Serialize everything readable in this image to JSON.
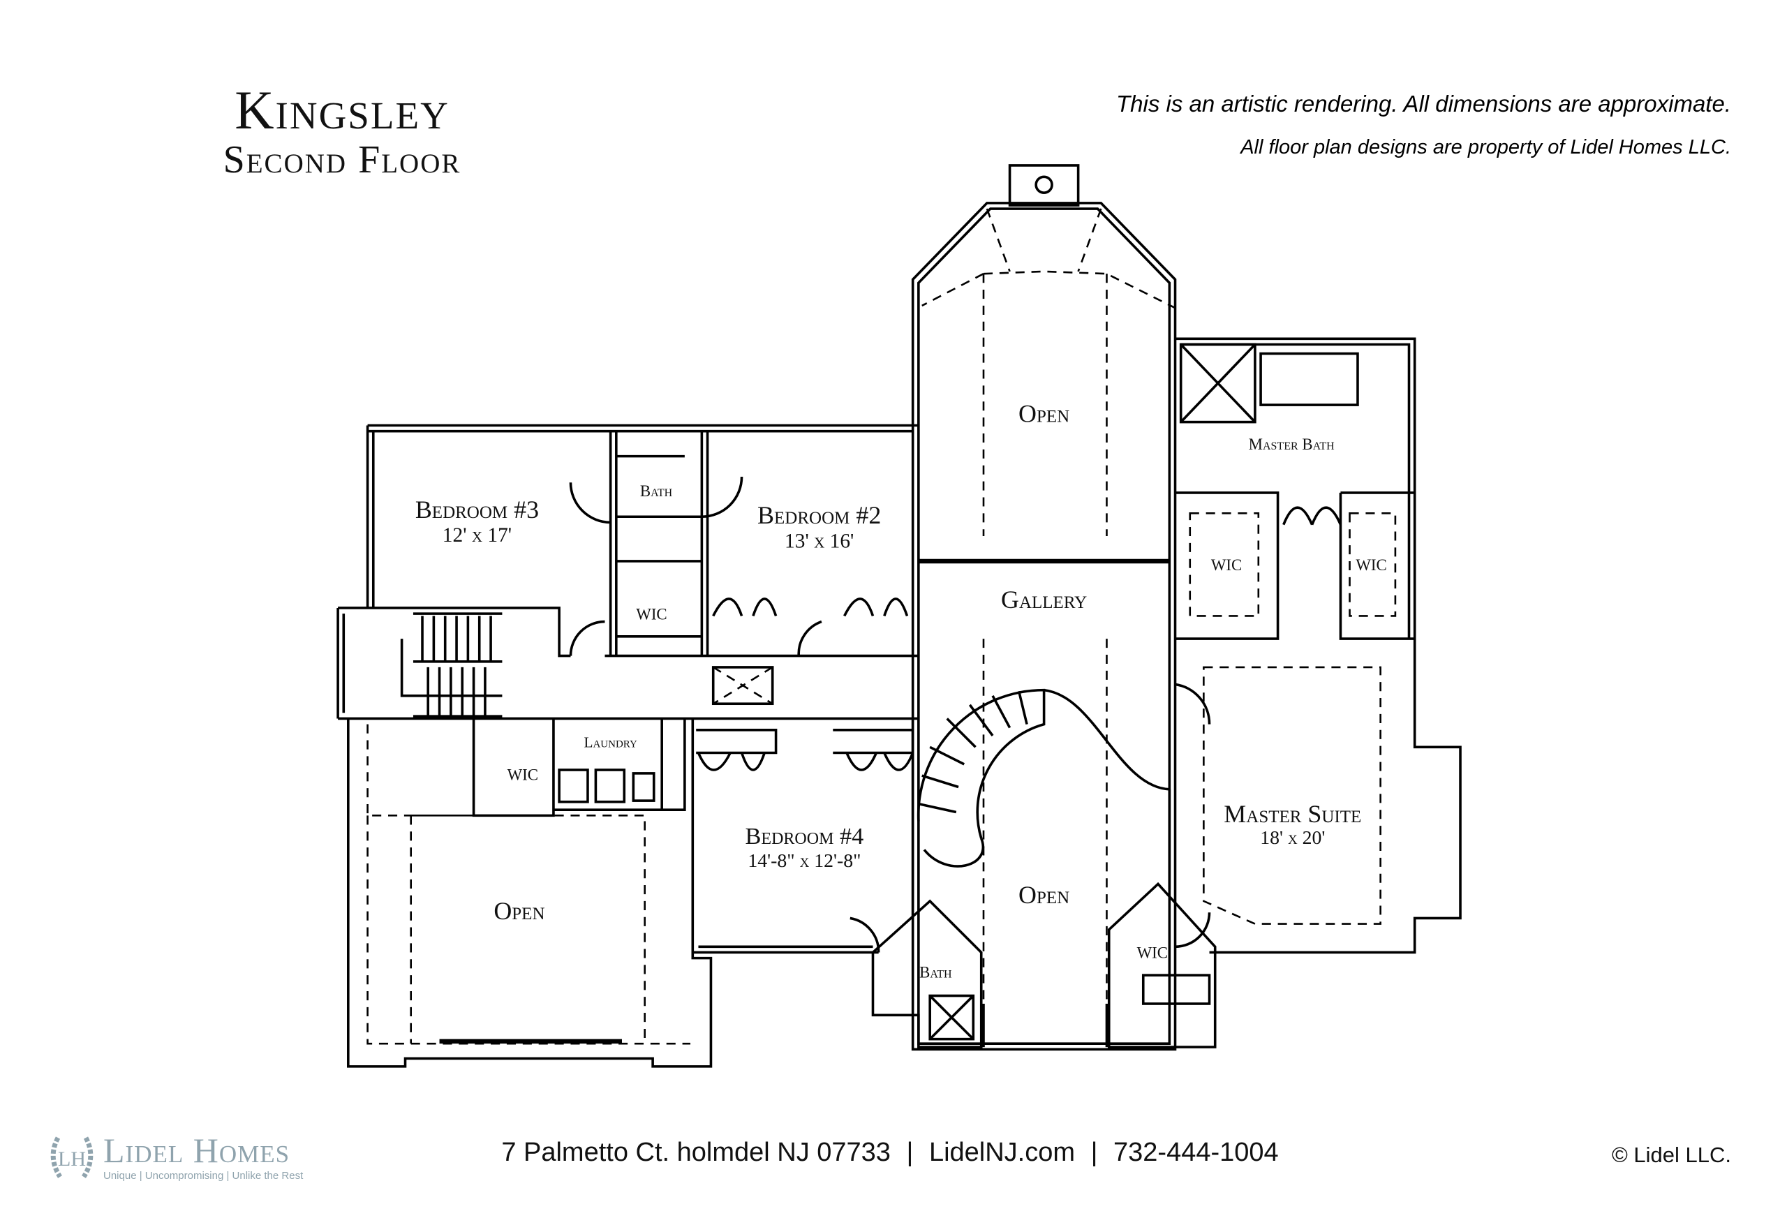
{
  "header": {
    "title": "Kingsley",
    "subtitle": "Second Floor"
  },
  "disclaimers": {
    "line1": "This is an artistic rendering. All dimensions are approximate.",
    "line2": "All floor plan designs are property of Lidel Homes LLC."
  },
  "rooms": {
    "bedroom3": {
      "name": "Bedroom #3",
      "size": "12' x 17'"
    },
    "bath_upper": {
      "name": "Bath"
    },
    "bedroom2": {
      "name": "Bedroom #2",
      "size": "13' x 16'"
    },
    "wic_upper": {
      "name": "WIC"
    },
    "open_top": {
      "name": "Open"
    },
    "gallery": {
      "name": "Gallery"
    },
    "master_bath": {
      "name": "Master Bath"
    },
    "wic_master_left": {
      "name": "WIC"
    },
    "wic_master_right": {
      "name": "WIC"
    },
    "master_suite": {
      "name": "Master Suite",
      "size": "18' x 20'"
    },
    "laundry": {
      "name": "Laundry"
    },
    "wic_laundry": {
      "name": "WIC"
    },
    "open_left": {
      "name": "Open"
    },
    "bedroom4": {
      "name": "Bedroom #4",
      "size": "14'-8\" x 12'-8\""
    },
    "bath_lower": {
      "name": "Bath"
    },
    "open_bottom": {
      "name": "Open"
    },
    "wic_lower": {
      "name": "WIC"
    }
  },
  "footer": {
    "logo_name": "Lidel Homes",
    "logo_monogram": "LH",
    "logo_tagline": "Unique | Uncompromising | Unlike the Rest",
    "address": "7 Palmetto Ct. holmdel NJ 07733",
    "website": "LidelNJ.com",
    "phone": "732-444-1004",
    "separator": "|",
    "copyright": "© Lidel LLC."
  }
}
